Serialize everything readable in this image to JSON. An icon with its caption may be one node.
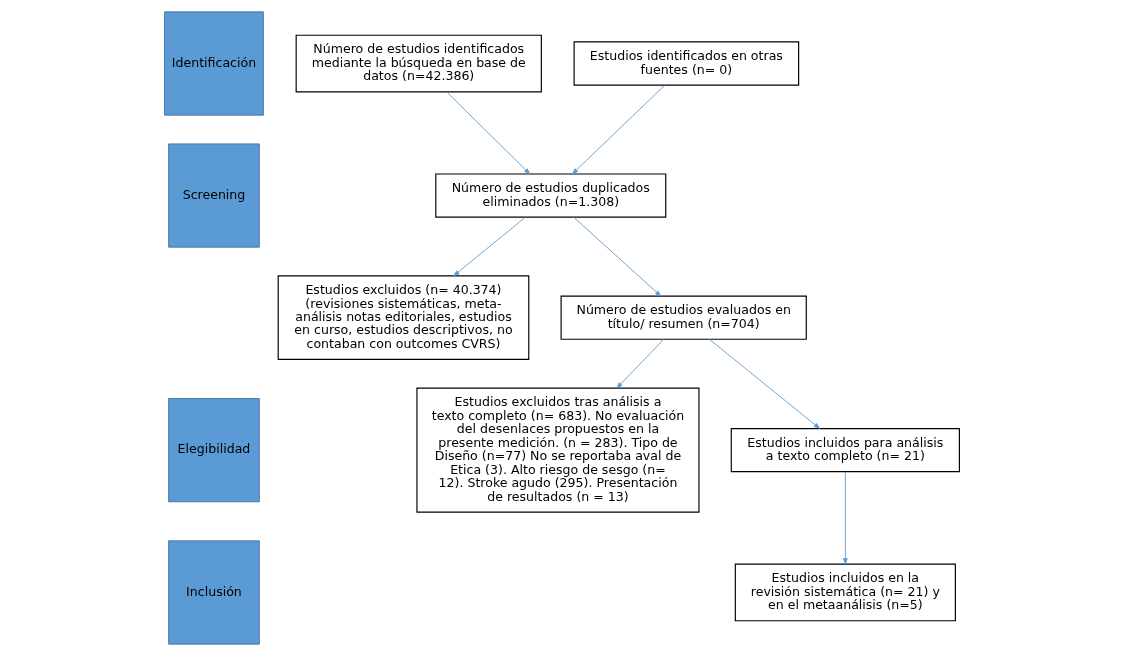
{
  "diagram": {
    "nodes": [
      {
        "text": [
          "Identificación"
        ]
      },
      {
        "text": [
          "Screening"
        ]
      },
      {
        "text": [
          "Elegibilidad"
        ]
      },
      {
        "text": [
          "Inclusión"
        ]
      },
      {
        "text": [
          "Número de estudios identificados mediante la búsqueda en base de datos (n=42.386)"
        ]
      },
      {
        "text": [
          "Estudios identificados en otras fuentes (n= 0)"
        ]
      },
      {
        "text": [
          "Número de estudios duplicados eliminados (n=1.308)"
        ]
      },
      {
        "text": [
          "Estudios excluidos (n= 40.374) (revisiones sistemáticas, meta-análisis notas editoriales, estudios en curso, estudios descriptivos, no contaban con outcomes CVRS)"
        ]
      },
      {
        "text": [
          "Número de estudios evaluados en título/ resumen (n=704)"
        ]
      },
      {
        "text": [
          "Estudios excluidos tras análisis a texto completo (n= 683). No evaluación del desenlaces propuestos en la presente medición. (n = 283). Tipo de Diseño (n=77) No se reportaba aval de Etica (3). Alto riesgo de sesgo (n= 12). Stroke agudo (295). Presentación de resultados (n = 13)"
        ]
      },
      {
        "text": [
          "Estudios incluidos para análisis a texto completo (n= 21)"
        ]
      },
      {
        "text": [
          "Estudios incluidos en la revisión sistemática (n= 21) y en el metaanálisis (n=5)"
        ]
      }
    ],
    "edges": [
      {
        "from": 4,
        "to": 6,
        "arrow": "to"
      },
      {
        "from": 5,
        "to": 6,
        "arrow": "to"
      },
      {
        "from": 6,
        "to": 8,
        "arrow": "to"
      },
      {
        "from": 6,
        "to": 7,
        "arrow": "to"
      },
      {
        "from": 8,
        "to": 10,
        "arrow": "to"
      },
      {
        "from": 8,
        "to": 9,
        "arrow": "to"
      },
      {
        "from": 10,
        "to": 11,
        "arrow": "to"
      }
    ]
  }
}
